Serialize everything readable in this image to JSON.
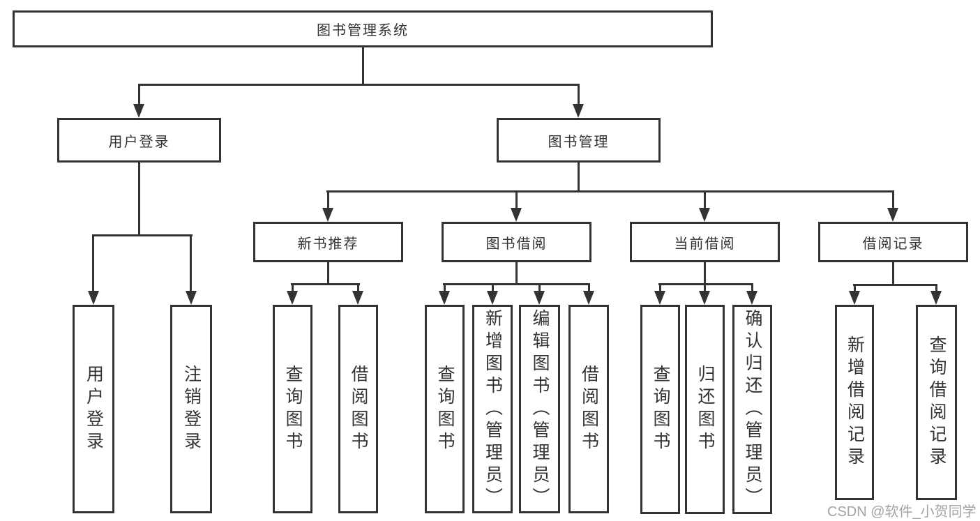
{
  "nodes": {
    "root": {
      "label": "图书管理系统"
    },
    "level2": {
      "user_login": {
        "label": "用户登录"
      },
      "book_management": {
        "label": "图书管理"
      }
    },
    "level3": {
      "new_book_recommend": {
        "label": "新书推荐"
      },
      "book_borrow": {
        "label": "图书借阅"
      },
      "current_borrow": {
        "label": "当前借阅"
      },
      "borrow_records": {
        "label": "借阅记录"
      }
    },
    "leaves": {
      "user_login_action": {
        "label": "用户登录"
      },
      "logout": {
        "label": "注销登录"
      },
      "recommend_query_books": {
        "label": "查询图书"
      },
      "recommend_borrow_book": {
        "label": "借阅图书"
      },
      "borrow_query_books": {
        "label": "查询图书"
      },
      "borrow_add_book_admin": {
        "label": "新增图书（管理员）"
      },
      "borrow_edit_book_admin": {
        "label": "编辑图书（管理员）"
      },
      "borrow_borrow_book": {
        "label": "借阅图书"
      },
      "current_query_books": {
        "label": "查询图书"
      },
      "current_return_book": {
        "label": "归还图书"
      },
      "current_confirm_return_admin": {
        "label": "确认归还（管理员）"
      },
      "records_add_record": {
        "label": "新增借阅记录"
      },
      "records_query_record": {
        "label": "查询借阅记录"
      }
    }
  },
  "watermark": {
    "text": "CSDN @软件_小贺同学"
  },
  "colors": {
    "line": "#333333",
    "text": "#333333",
    "watermark": "#a3a3a3",
    "background": "#ffffff"
  }
}
